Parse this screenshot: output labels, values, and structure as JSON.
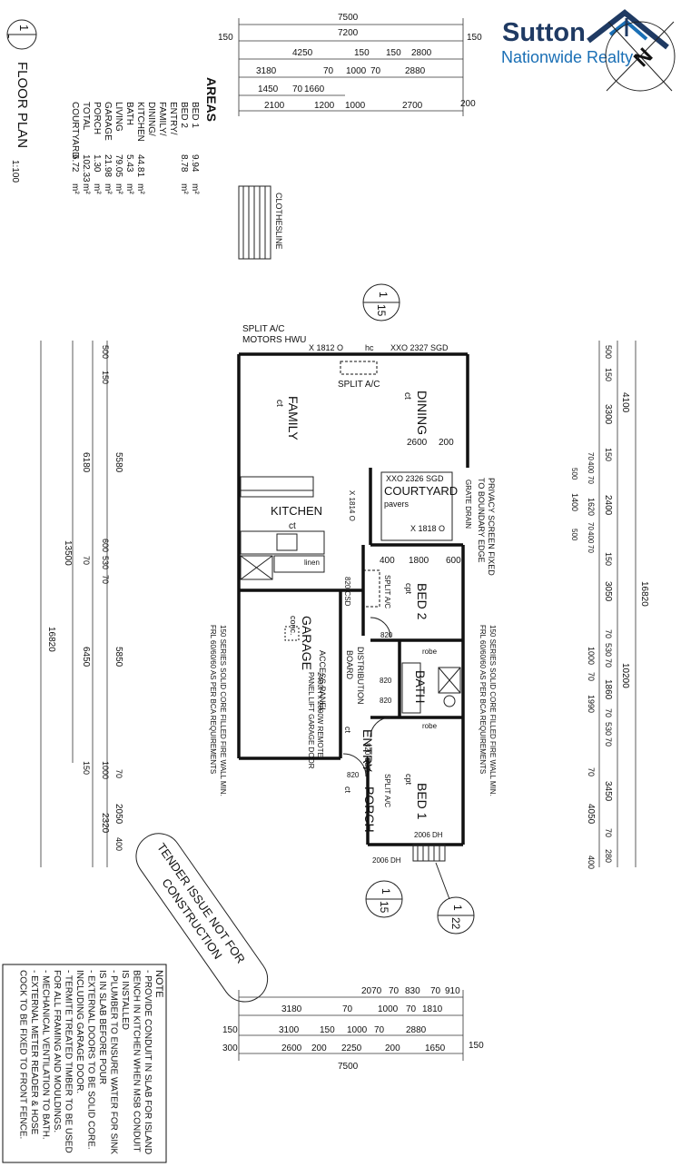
{
  "brand": {
    "name_line1": "Sutton",
    "name_line2": "Nationwide Realty",
    "colors": {
      "navy": "#1f3a63",
      "blue": "#1a6fb5"
    }
  },
  "title": {
    "marker_number": "1",
    "marker_sub": "-",
    "label": "FLOOR PLAN",
    "scale": "1:100"
  },
  "areas": {
    "heading": "AREAS",
    "rows": [
      {
        "name": "BED 1",
        "value": "9.94",
        "unit": "m²"
      },
      {
        "name": "BED 2",
        "value": "8.78",
        "unit": "m²"
      },
      {
        "name": "ENTRY/",
        "value": "",
        "unit": ""
      },
      {
        "name": "FAMILY/",
        "value": "",
        "unit": ""
      },
      {
        "name": "DINING/",
        "value": "",
        "unit": ""
      },
      {
        "name": "KITCHEN",
        "value": "44.81",
        "unit": "m²"
      },
      {
        "name": "BATH",
        "value": "5.43",
        "unit": "m²"
      },
      {
        "name": "LIVING",
        "value": "79.05",
        "unit": "m²"
      },
      {
        "name": "GARAGE",
        "value": "21.98",
        "unit": "m²"
      },
      {
        "name": "PORCH",
        "value": "1.30",
        "unit": "m²"
      },
      {
        "name": "TOTAL",
        "value": "102.33",
        "unit": "m²"
      },
      {
        "name": "COURTYARD",
        "value": "6.72",
        "unit": "m²"
      }
    ]
  },
  "top_dims": {
    "overall": "7500",
    "row2": [
      "150",
      "7200",
      "150"
    ],
    "row3": [
      "4250",
      "150",
      "150",
      "2800"
    ],
    "row4": [
      "3180",
      "70",
      "1000",
      "70",
      "2880"
    ],
    "row5a": [
      "1450",
      "70",
      "1660"
    ],
    "row5b": [
      "2100",
      "1200",
      "1000",
      "2700",
      "200"
    ]
  },
  "bottom_dims": {
    "row1": [
      "2070",
      "70",
      "830",
      "70",
      "910"
    ],
    "row2": [
      "3180",
      "70",
      "1000",
      "70",
      "1810"
    ],
    "row3": [
      "150",
      "3100",
      "150",
      "1000",
      "70",
      "2880"
    ],
    "row4": [
      "300",
      "2600",
      "200",
      "2250",
      "200",
      "1650",
      "150"
    ],
    "overall": "7500"
  },
  "left_dims": {
    "overall": "16820",
    "a": [
      "500",
      "150",
      "5580"
    ],
    "b": [
      "6180",
      "600",
      "530",
      "70"
    ],
    "c": [
      "13500",
      "70",
      "6450",
      "5850"
    ],
    "d": [
      "150",
      "1000",
      "70",
      "2050",
      "2320",
      "400"
    ]
  },
  "right_dims": {
    "overall": "16820",
    "mid": "10200",
    "a": [
      "500",
      "150",
      "3300",
      "4100"
    ],
    "b": [
      "150",
      "70",
      "400",
      "500",
      "70",
      "1400",
      "1620",
      "70",
      "400",
      "500",
      "70",
      "2400"
    ],
    "c": [
      "150",
      "3050",
      "70",
      "530",
      "70",
      "1000",
      "70",
      "1860",
      "1990",
      "70",
      "530",
      "70"
    ],
    "d": [
      "70",
      "3450",
      "4050",
      "70",
      "280",
      "400"
    ]
  },
  "rooms": {
    "family": "FAMILY",
    "family_floor": "ct",
    "dining": "DINING",
    "dining_floor": "ct",
    "kitchen": "KITCHEN",
    "kitchen_floor": "ct",
    "courtyard": "COURTYARD",
    "courtyard_floor": "pavers",
    "bed2": "BED 2",
    "bed2_floor": "cpt",
    "garage": "GARAGE",
    "garage_floor": "conc.",
    "bath": "BATH",
    "bed1": "BED 1",
    "bed1_floor": "cpt",
    "entry": "ENTRY",
    "entry_floor": "ct",
    "porch": "PORCH",
    "porch_floor": "ct"
  },
  "labels": {
    "clothesline": "CLOTHESLINE",
    "split_ac": "SPLIT A/C",
    "motors_hwu": "MOTORS HWU",
    "window_1812": "X 1812 O",
    "hc": "hc",
    "sgd_2327": "XXO 2327 SGD",
    "split_ac_2": "SPLIT A/C",
    "dim_2600": "2600",
    "dim_200": "200",
    "sgd_2326": "XXO 2326 SGD",
    "window_1814": "X 1814 O",
    "window_1818": "X 1818 O",
    "grate_drain": "GRATE DRAIN",
    "privacy_screen_1": "PRIVACY SCREEN FIXED",
    "privacy_screen_2": "TO BOUNDARY EDGE",
    "linen": "linen",
    "dim_400": "400",
    "dim_1800": "1800",
    "dim_600": "600",
    "csd_820_1": "820 CSD",
    "split_ac_bed2": "SPLIT A/C",
    "door_820_a": "820",
    "access_panel": "ACCESS PANEL",
    "distribution_1": "DISTRIBUTION",
    "distribution_2": "BOARD",
    "robe1": "robe",
    "door_820_b": "820",
    "door_820_c": "820",
    "robe2": "robe",
    "garage_door_1": "2400H x 2800W REMOTE",
    "garage_door_2": "PANEL LIFT GARAGE DOOR",
    "csd_820_2": "820 CSD",
    "door_820_d": "820",
    "split_ac_bed1": "SPLIT A/C",
    "dh_2006_a": "2006 DH",
    "dh_2006_b": "2006 DH",
    "fire_wall_left_1": "150 SERIES SOLID CORE FILLED FIRE WALL MIN.",
    "fire_wall_left_2": "FRL 60/60/60 AS PER BCA REQUIREMENTS",
    "fire_wall_right_1": "150 SERIES SOLID CORE FILLED FIRE WALL MIN.",
    "fire_wall_right_2": "FRL 60/60/60 AS PER BCA REQUIREMENTS"
  },
  "markers": {
    "top": {
      "num": "1",
      "sheet": "15"
    },
    "bottom_left": {
      "num": "1",
      "sheet": "15"
    },
    "bottom_right": {
      "num": "1",
      "sheet": "22"
    }
  },
  "stamp": {
    "line1": "TENDER ISSUE NOT FOR",
    "line2": "CONSTRUCTION"
  },
  "note": {
    "heading": "NOTE",
    "lines": [
      "- PROVIDE CONDUIT IN SLAB FOR ISLAND",
      "BENCH IN KITCHEN WHEN MSB CONDUIT",
      "IS INSTALLED",
      "- PLUMBER TO ENSURE WATER FOR SINK",
      "IS IN SLAB BEFORE POUR",
      "- EXTERNAL DOORS TO BE SOLID CORE.",
      "INCLUDING GARAGE DOOR.",
      "- TERMITE TREATED TIMBER TO BE USED",
      "FOR ALL FRAMING AND MOULDINGS.",
      "- MECHANICAL VENTILATION TO BATH.",
      "- EXTERNAL METER READER & HOSE",
      "COCK TO BE FIXED TO FRONT FENCE."
    ]
  }
}
